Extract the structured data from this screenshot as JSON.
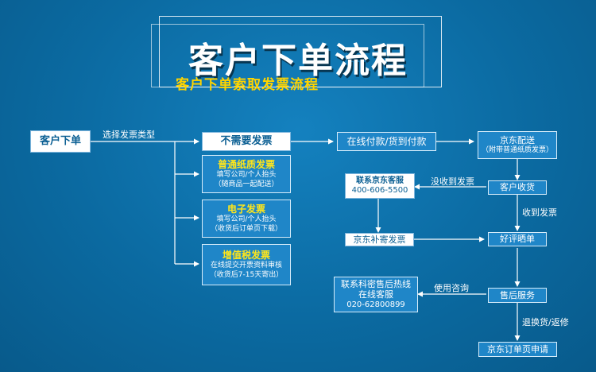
{
  "title": "客户下单流程",
  "subtitle": "客户下单索取发票流程",
  "nodes": {
    "order": "客户下单",
    "no_invoice": "不需要发票",
    "paper_title": "普通纸质发票",
    "paper_line1": "填写公司/个人抬头",
    "paper_line2": "（随商品一起配送）",
    "e_title": "电子发票",
    "e_line1": "填写公司/个人抬头",
    "e_line2": "（收货后订单页下载）",
    "vat_title": "增值税发票",
    "vat_line1": "在线提交开票资料审核",
    "vat_line2": "（收货后7-15天寄出）",
    "payment": "在线付款/货到付款",
    "jd_delivery": "京东配送",
    "jd_delivery_note": "（附带普通纸质发票）",
    "contact_cs": "联系京东客服",
    "cs_phone": "400-606-5500",
    "customer_receive": "客户收货",
    "jd_reissue": "京东补寄发票",
    "review": "好评晒单",
    "aftersales_hotline": "联系科密售后热线",
    "online_cs": "在线客服",
    "hotline_phone": "020-62800899",
    "aftersales": "售后服务",
    "jd_apply": "京东订单页申请"
  },
  "edge_labels": {
    "choose_type": "选择发票类型",
    "not_received": "没收到发票",
    "received": "收到发票",
    "consult": "使用咨询",
    "return": "退换货/返修"
  },
  "colors": {
    "background": "#0b6aa1",
    "box_blue": "#1f86c8",
    "box_white": "#ffffff",
    "text_blue": "#0b5f93",
    "highlight_yellow": "#ffe61a",
    "subtitle_yellow": "#ffd400"
  }
}
